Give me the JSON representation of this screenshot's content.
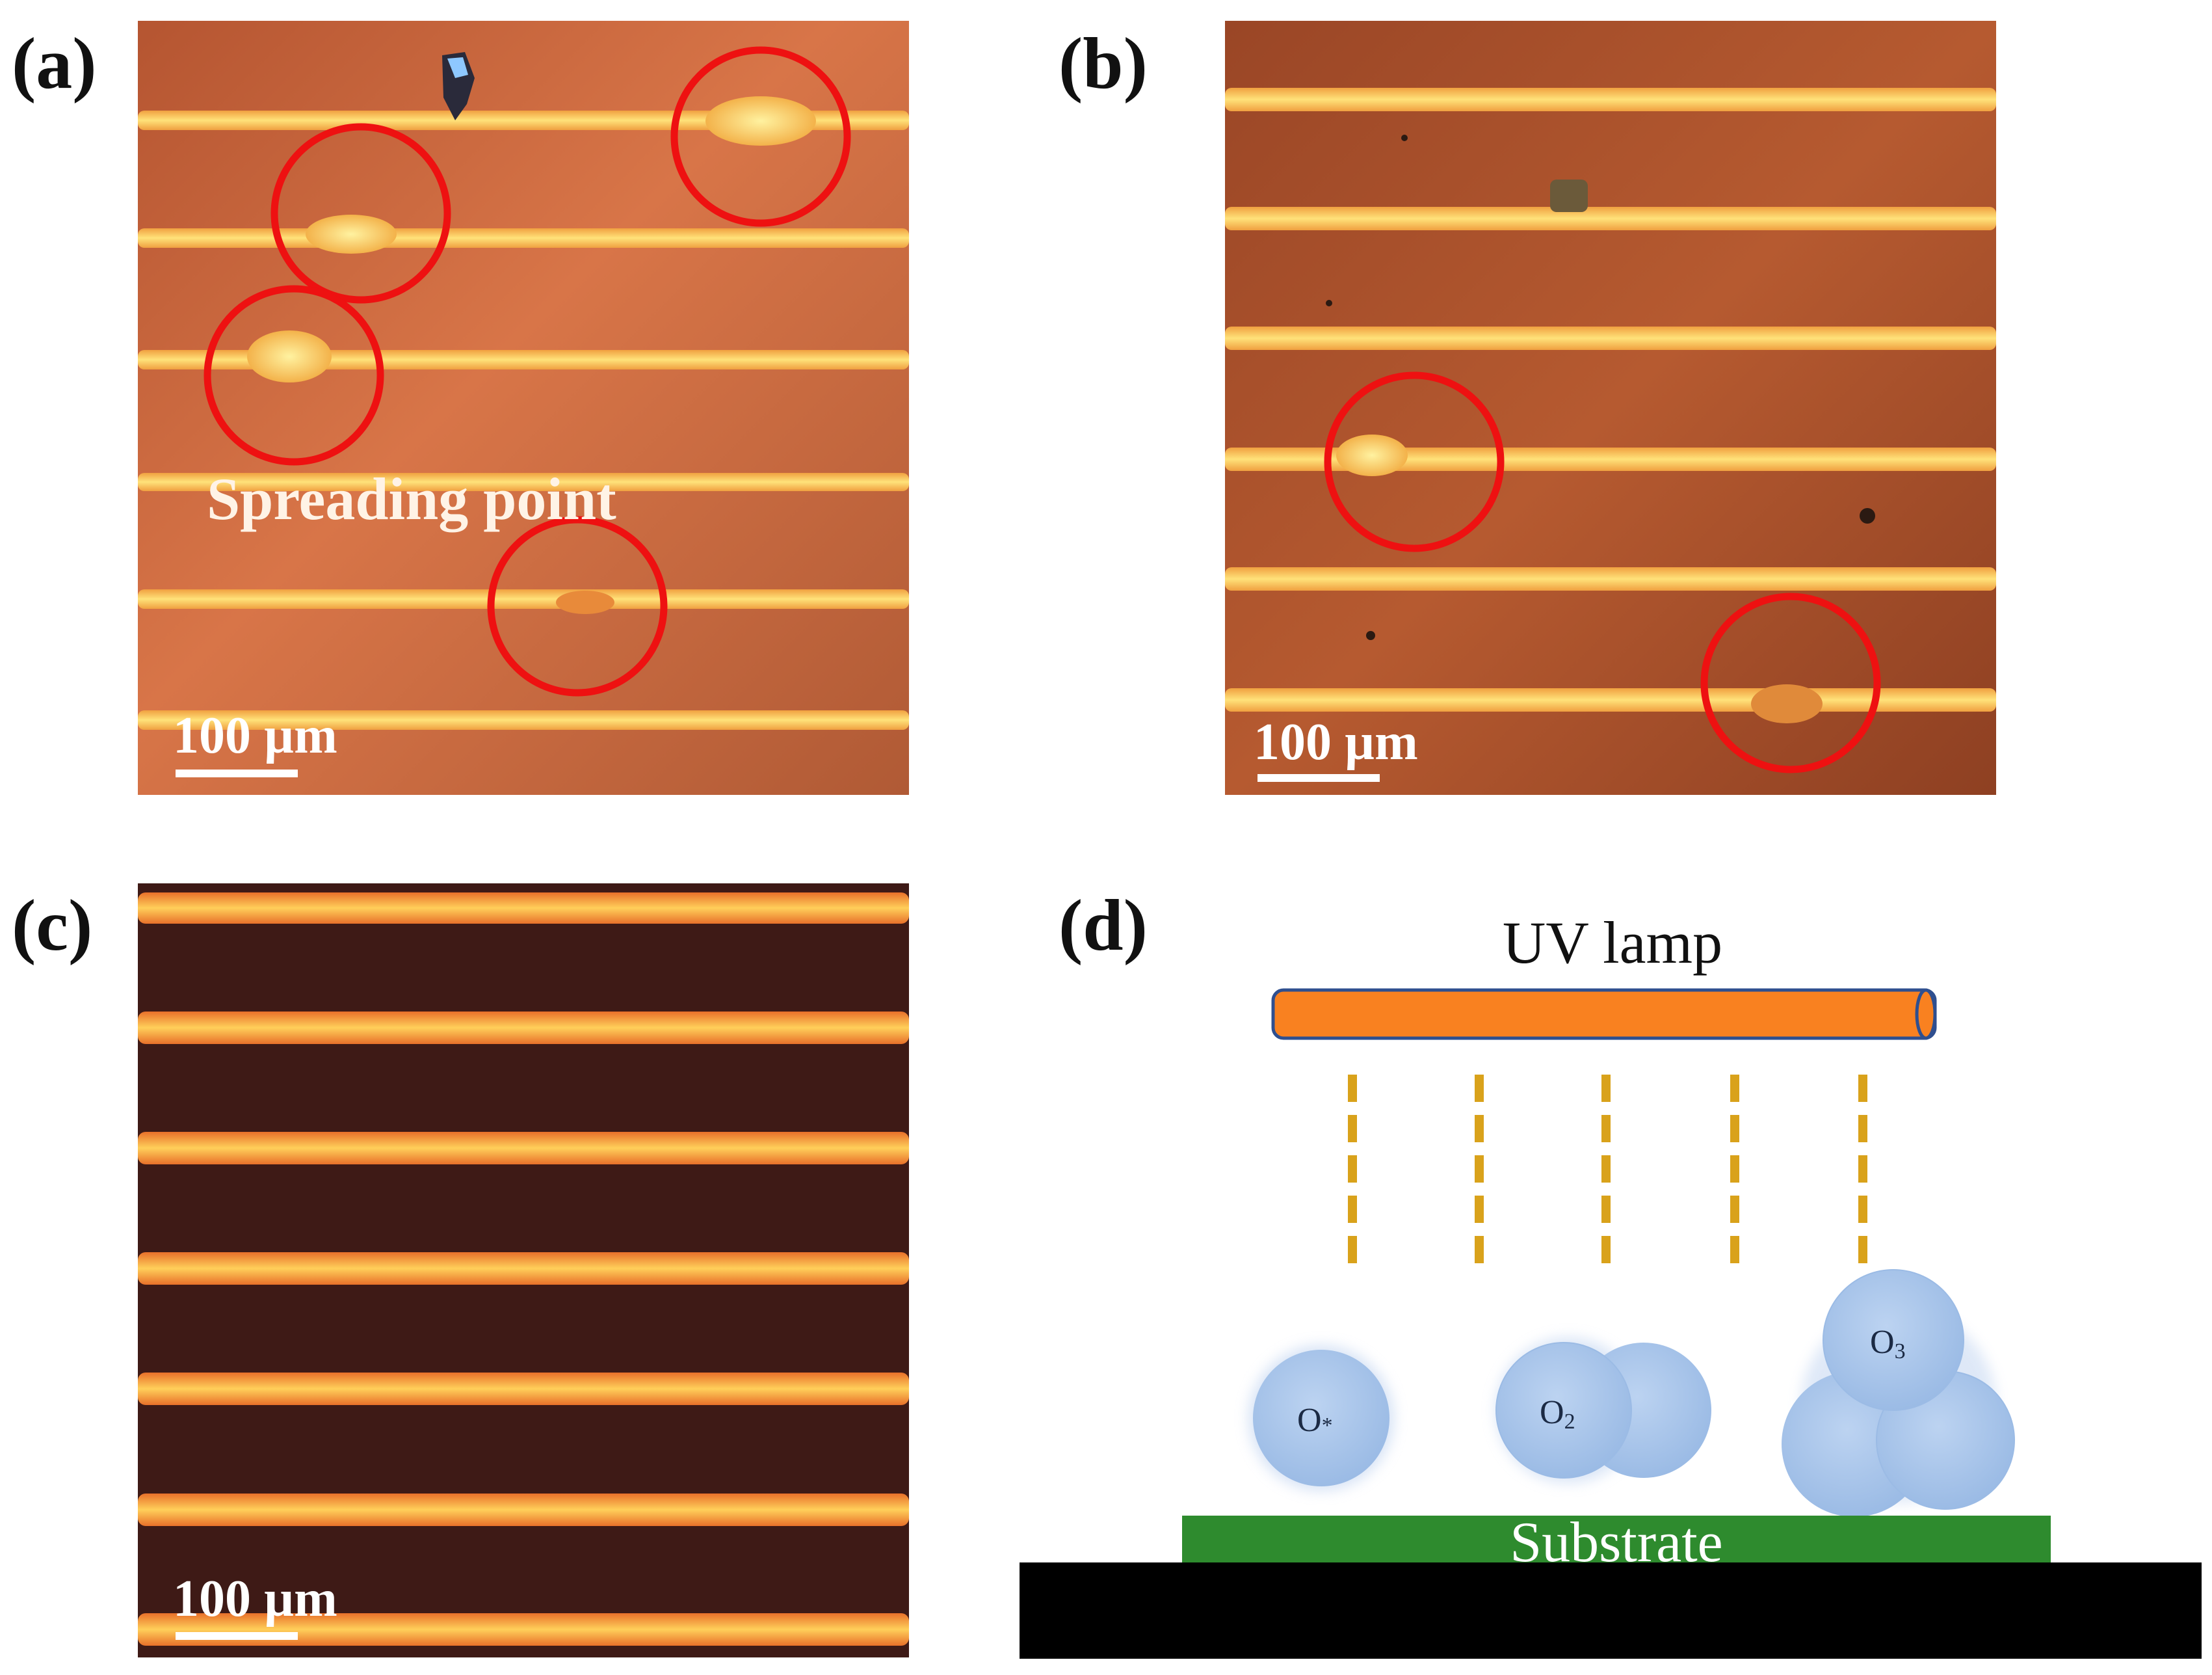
{
  "panels": {
    "a": {
      "label": "(a)",
      "annotation": "Spreading point",
      "scale_bar": "100 µm"
    },
    "b": {
      "label": "(b)",
      "scale_bar": "100 µm"
    },
    "c": {
      "label": "(c)",
      "scale_bar": "100 µm"
    },
    "d": {
      "label": "(d)",
      "uv_lamp": "UV lamp",
      "substrate": "Substrate",
      "molecules": [
        {
          "base": "O",
          "sub": "*"
        },
        {
          "base": "O",
          "sub": "2"
        },
        {
          "base": "O",
          "sub": "3"
        }
      ]
    }
  },
  "colors": {
    "micrograph_a_bg": "#c8663a",
    "micrograph_b_bg": "#a9502b",
    "micrograph_c_bg": "#3e1a16",
    "line_core": "#ffd65a",
    "line_edge": "#f3a340",
    "circle": "#ee1111",
    "lamp": "#f98120",
    "lamp_stroke": "#2f4f8f",
    "uv_dash": "#d9a21b",
    "molecule": "#a9c5ea",
    "substrate": "#2e8b2e",
    "base": "#000000"
  }
}
